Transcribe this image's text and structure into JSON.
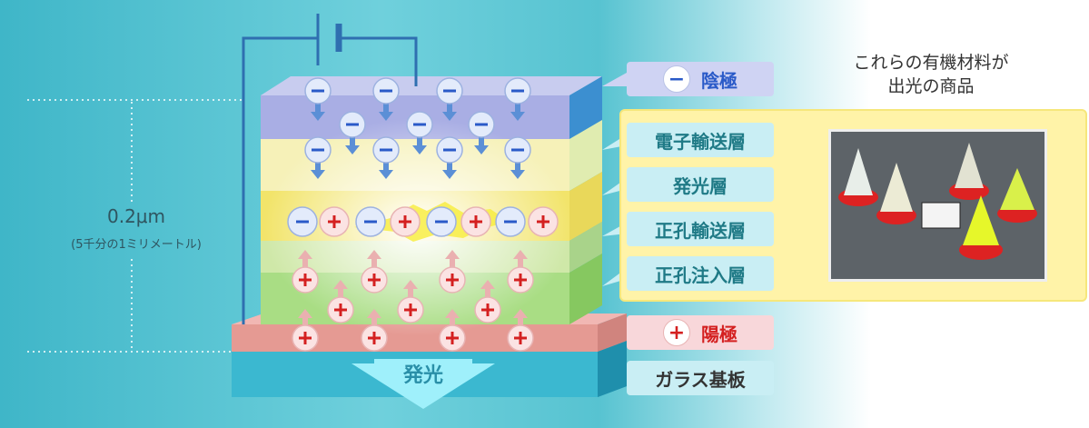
{
  "thickness": {
    "value": "0.2μm",
    "note": "(5千分の1ミリメートル)"
  },
  "emission_label": "発光",
  "layers": {
    "cathode": {
      "symbol": "−",
      "label": "陰極"
    },
    "etl": "電子輸送層",
    "eml": "発光層",
    "htl": "正孔輸送層",
    "hil": "正孔注入層",
    "anode": {
      "symbol": "+",
      "label": "陽極"
    },
    "glass": "ガラス基板"
  },
  "products": {
    "title_line1": "これらの有機材料が",
    "title_line2": "出光の商品"
  },
  "colors": {
    "electron": "#2a5ac8",
    "hole": "#d42020",
    "panel": "#fff3a8"
  }
}
